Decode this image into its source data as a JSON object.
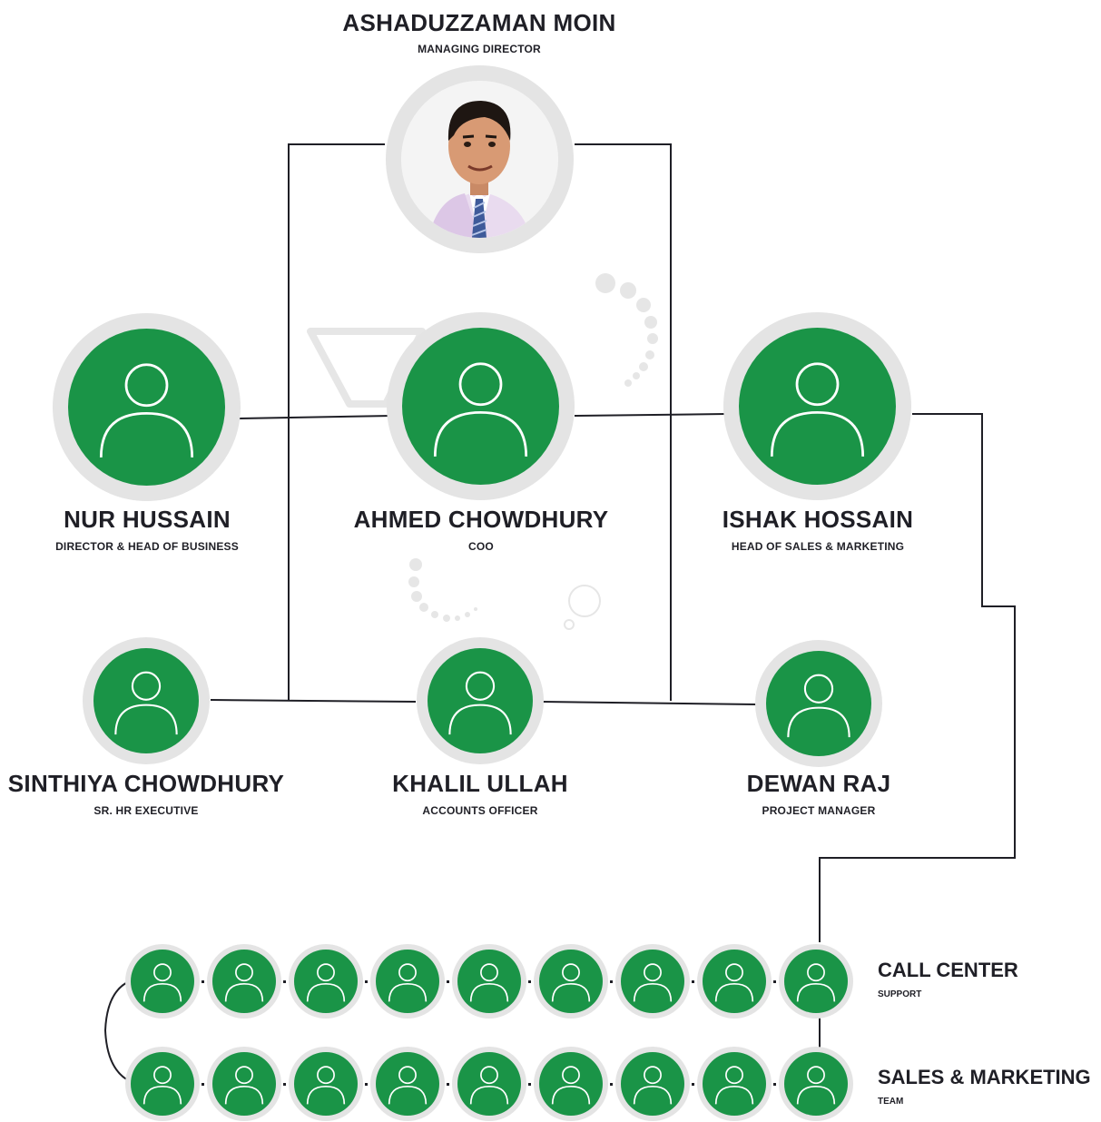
{
  "top": {
    "name": "ASHADUZZAMAN MOIN",
    "role": "MANAGING DIRECTOR"
  },
  "level2": [
    {
      "name": "NUR HUSSAIN",
      "role": "DIRECTOR & HEAD OF BUSINESS"
    },
    {
      "name": "AHMED CHOWDHURY",
      "role": "COO"
    },
    {
      "name": "ISHAK HOSSAIN",
      "role": "HEAD OF SALES & MARKETING"
    }
  ],
  "level3": [
    {
      "name": "SINTHIYA CHOWDHURY",
      "role": "SR. HR EXECUTIVE"
    },
    {
      "name": "KHALIL ULLAH",
      "role": "ACCOUNTS OFFICER"
    },
    {
      "name": "DEWAN RAJ",
      "role": "PROJECT MANAGER"
    }
  ],
  "teams": [
    {
      "label": "CALL CENTER",
      "sub": "SUPPORT"
    },
    {
      "label": "SALES & MARKETING",
      "sub": "TEAM"
    }
  ],
  "colors": {
    "node_green": "#1a9447",
    "ring_gray": "#e4e4e4",
    "line": "#1f1f26",
    "decor": "#e6e6e6"
  },
  "icons": {
    "person": "person-outline-icon",
    "photo": "portrait-photo"
  }
}
